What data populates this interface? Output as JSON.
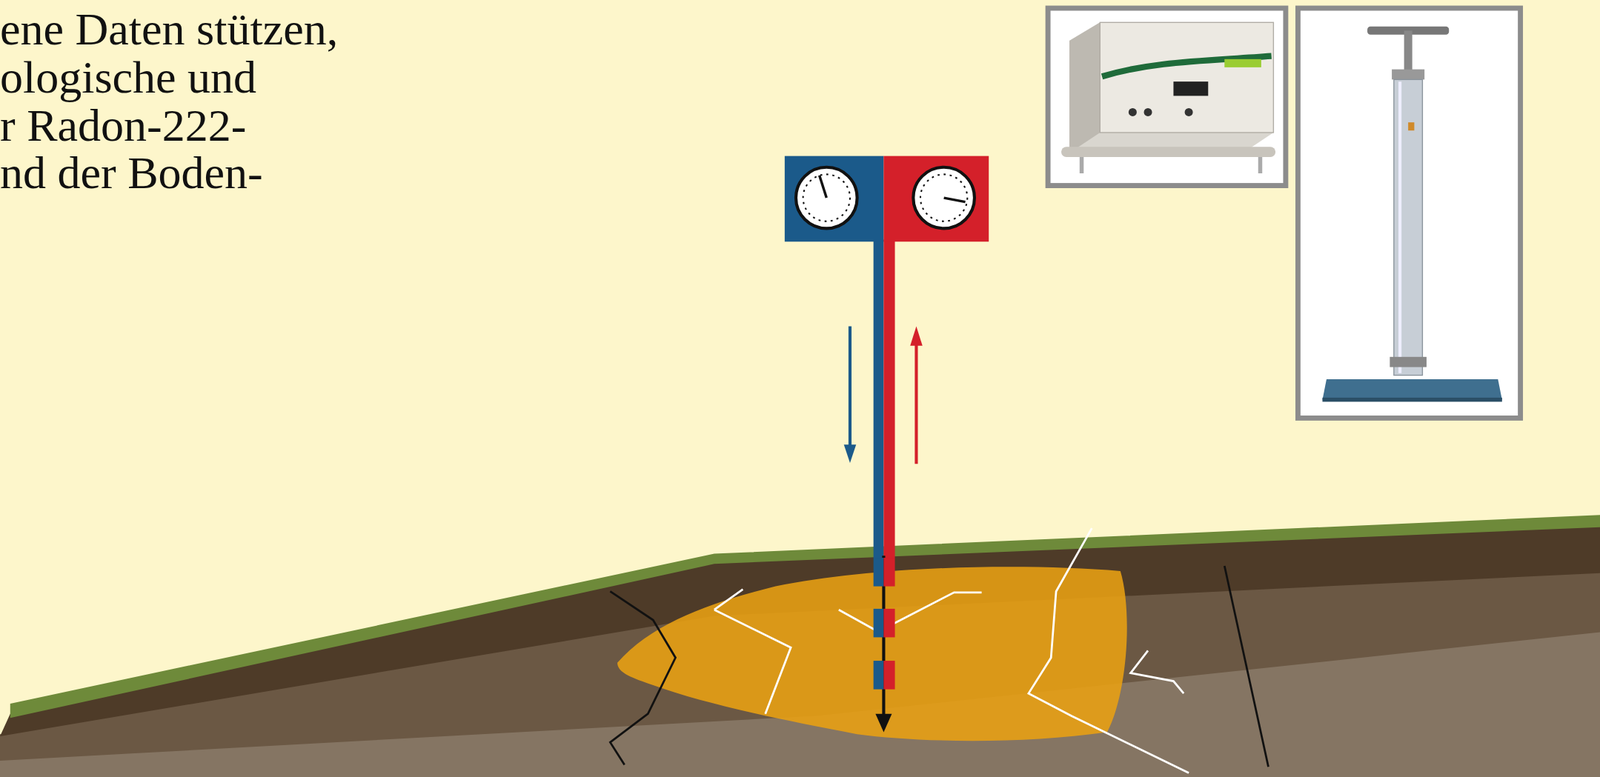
{
  "diagram": {
    "labels": [
      "ene Daten stützen,",
      "ologische und",
      "r Radon-222-",
      "nd der Boden-"
    ]
  }
}
